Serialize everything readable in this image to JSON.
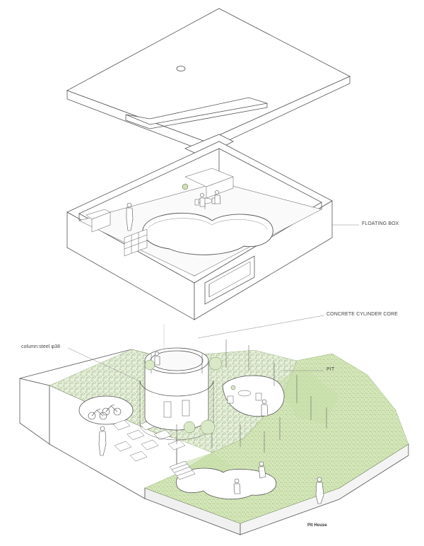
{
  "diagram": {
    "labels": {
      "floating_box": "FLOATING BOX",
      "concrete_core": "CONCRETE CYLINDER CORE",
      "column": "column:steel φ38",
      "pit": "PIT"
    },
    "caption": "Pit House",
    "colors": {
      "line": "#555555",
      "grass": "#c9dfa9",
      "grass_dark": "#9cbf7a",
      "shrub": "#a9c98a",
      "wall": "#ffffff",
      "ground_edge": "#ececec"
    },
    "icons": [
      "person-figure",
      "bicycle",
      "chair",
      "plant"
    ]
  }
}
